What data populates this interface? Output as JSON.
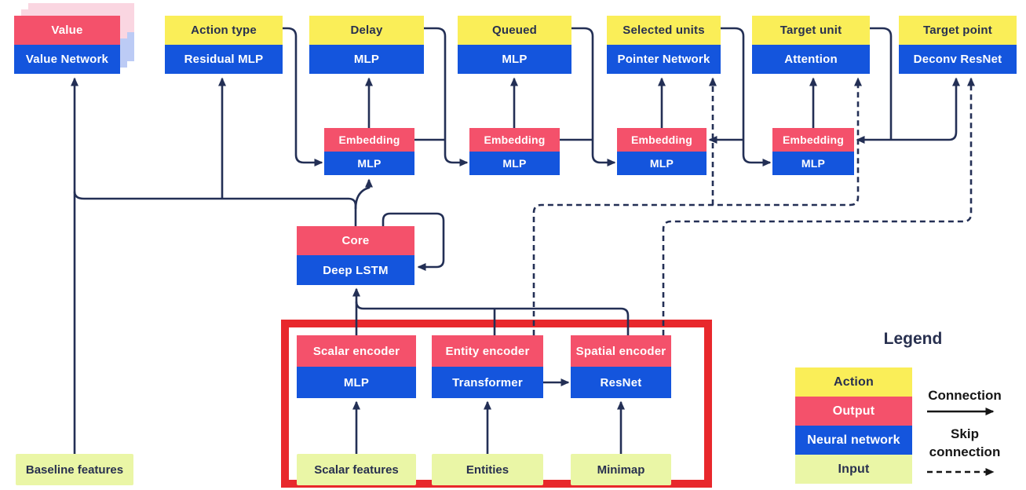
{
  "diagram": {
    "value_head": {
      "output": "Value",
      "network": "Value Network"
    },
    "action_heads": [
      {
        "action": "Action type",
        "network": "Residual MLP"
      },
      {
        "action": "Delay",
        "network": "MLP"
      },
      {
        "action": "Queued",
        "network": "MLP"
      },
      {
        "action": "Selected units",
        "network": "Pointer Network"
      },
      {
        "action": "Target unit",
        "network": "Attention"
      },
      {
        "action": "Target point",
        "network": "Deconv ResNet"
      }
    ],
    "embeddings": [
      {
        "output": "Embedding",
        "network": "MLP"
      },
      {
        "output": "Embedding",
        "network": "MLP"
      },
      {
        "output": "Embedding",
        "network": "MLP"
      },
      {
        "output": "Embedding",
        "network": "MLP"
      }
    ],
    "core": {
      "output": "Core",
      "network": "Deep LSTM"
    },
    "encoders": [
      {
        "output": "Scalar encoder",
        "network": "MLP"
      },
      {
        "output": "Entity encoder",
        "network": "Transformer"
      },
      {
        "output": "Spatial encoder",
        "network": "ResNet"
      }
    ],
    "inputs": {
      "baseline": "Baseline features",
      "scalar": "Scalar features",
      "entities": "Entities",
      "minimap": "Minimap"
    }
  },
  "legend": {
    "title": "Legend",
    "items": [
      {
        "label": "Action"
      },
      {
        "label": "Output"
      },
      {
        "label": "Neural network"
      },
      {
        "label": "Input"
      }
    ],
    "connection_label": "Connection",
    "skip_connection_label": "Skip connection"
  },
  "colors": {
    "action": "#FAEE58",
    "output": "#F4516B",
    "neural_network": "#1455DD",
    "input": "#EAF6A6",
    "line": "#232F55",
    "legend_arrow": "#161616",
    "highlight_box": "#E8282C",
    "ghost_output": "#FAD6E1",
    "ghost_network": "#BCCBF5"
  }
}
